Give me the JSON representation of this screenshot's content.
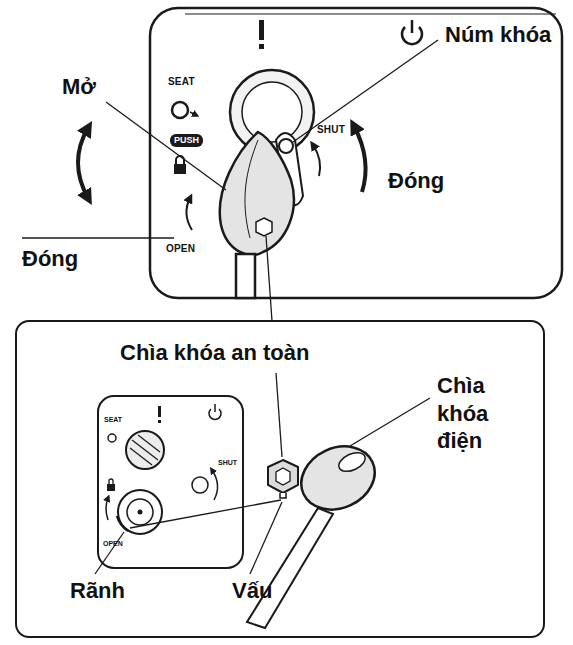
{
  "diagram": {
    "nodes": [
      {
        "text": [
          "Chìa khóa an toàn",
          "Chìa khóa điện",
          "Rãnh",
          "Vấu"
        ]
      }
    ],
    "labels": [
      "Mở",
      "Núm khóa",
      "Đóng",
      "Đóng",
      "SEAT",
      "PUSH",
      "SHUT",
      "OPEN",
      "SEAT",
      "SHUT",
      "OPEN"
    ]
  }
}
